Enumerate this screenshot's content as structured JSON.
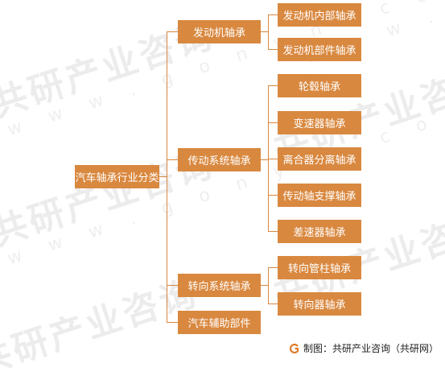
{
  "colors": {
    "node_fill": "#d9883f",
    "line": "#d9883f",
    "node_text": "#ffffff"
  },
  "root": {
    "label": "汽车轴承行业分类"
  },
  "categories": [
    {
      "label": "发动机轴承",
      "children": [
        "发动机内部轴承",
        "发动机部件轴承"
      ]
    },
    {
      "label": "传动系统轴承",
      "children": [
        "轮毂轴承",
        "变速器轴承",
        "离合器分离轴承",
        "传动轴支撑轴承",
        "差速器轴承"
      ]
    },
    {
      "label": "转向系统轴承",
      "children": [
        "转向管柱轴承",
        "转向器轴承"
      ]
    },
    {
      "label": "汽车辅助部件",
      "children": []
    }
  ],
  "source": {
    "text": "制图：共研产业咨询（共研网）",
    "logo_icon": "gonyn-logo-icon"
  },
  "watermark": {
    "cn": "共研产业咨询",
    "en": "w w w . g o n y n . c o m"
  }
}
